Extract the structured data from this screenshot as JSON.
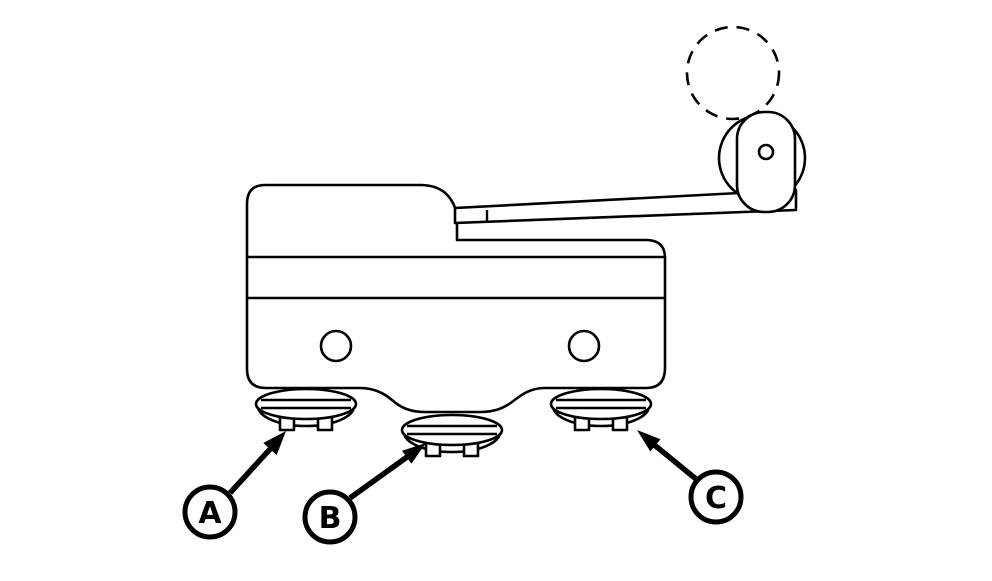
{
  "diagram": {
    "type": "technical-line-drawing",
    "subject": "roller-lever limit switch with three terminal screws",
    "colors": {
      "line": "#000000",
      "background": "#ffffff"
    },
    "callouts": [
      {
        "label": "A",
        "points_to": "left terminal screw"
      },
      {
        "label": "B",
        "points_to": "center terminal screw"
      },
      {
        "label": "C",
        "points_to": "right terminal screw"
      }
    ]
  }
}
